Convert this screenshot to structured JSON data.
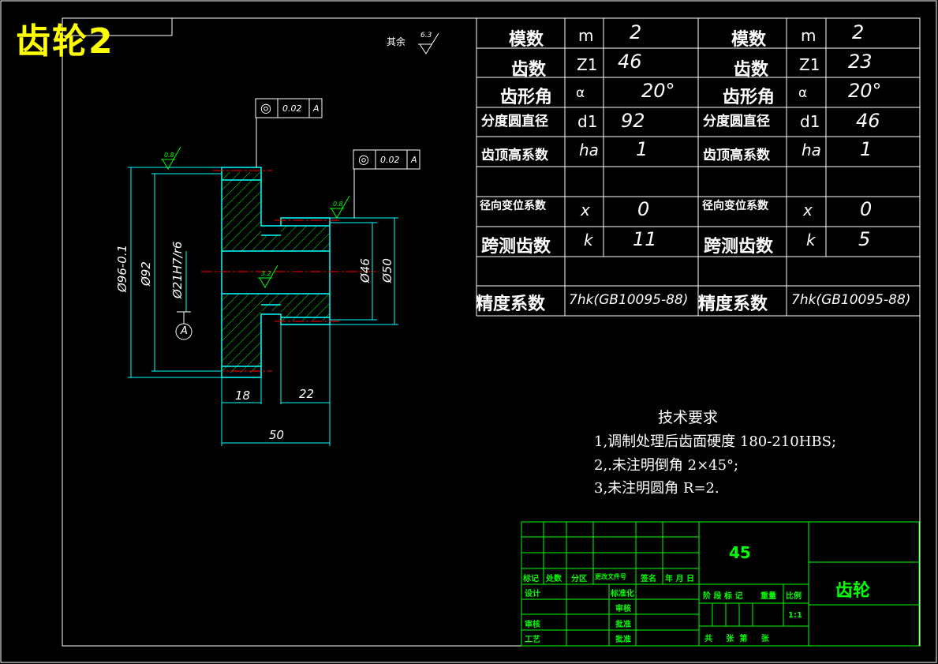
{
  "drawing_title": "齿轮2",
  "surface_note": {
    "label": "其余",
    "value": "6.3"
  },
  "roughness_marks": [
    "0.8",
    "0.8",
    "3.2"
  ],
  "tolerance_frames": [
    {
      "symbol": "◎",
      "value": "0.02",
      "datum": "A"
    },
    {
      "symbol": "◎",
      "value": "0.02",
      "datum": "A"
    }
  ],
  "datum_label": "A",
  "dimensions": {
    "outer_dia": "Ø96-0.1",
    "pitch_dia": "Ø92",
    "bore_dia": "Ø21H7/r6",
    "hub_dia_small": "Ø46",
    "hub_dia_large": "Ø50",
    "face_width": "18",
    "hub_length": "22",
    "total_length": "50"
  },
  "params_left": [
    {
      "name": "模数",
      "symbol": "m",
      "value": "2"
    },
    {
      "name": "齿数",
      "symbol": "Z1",
      "value": "46"
    },
    {
      "name": "齿形角",
      "symbol": "α",
      "value": "20°"
    },
    {
      "name": "分度圆直径",
      "symbol": "d1",
      "value": "92"
    },
    {
      "name": "齿顶高系数",
      "symbol": "ha",
      "value": "1"
    },
    {
      "name": "",
      "symbol": "",
      "value": ""
    },
    {
      "name": "径向变位系数",
      "symbol": "x",
      "value": "0"
    },
    {
      "name": "跨测齿数",
      "symbol": "k",
      "value": "11"
    },
    {
      "name": "",
      "symbol": "",
      "value": ""
    },
    {
      "name": "精度系数",
      "symbol": "",
      "value": "7hk(GB10095-88)"
    }
  ],
  "params_right": [
    {
      "name": "模数",
      "symbol": "m",
      "value": "2"
    },
    {
      "name": "齿数",
      "symbol": "Z1",
      "value": "23"
    },
    {
      "name": "齿形角",
      "symbol": "α",
      "value": "20°"
    },
    {
      "name": "分度圆直径",
      "symbol": "d1",
      "value": "46"
    },
    {
      "name": "齿顶高系数",
      "symbol": "ha",
      "value": "1"
    },
    {
      "name": "",
      "symbol": "",
      "value": ""
    },
    {
      "name": "径向变位系数",
      "symbol": "x",
      "value": "0"
    },
    {
      "name": "跨测齿数",
      "symbol": "k",
      "value": "5"
    },
    {
      "name": "",
      "symbol": "",
      "value": ""
    },
    {
      "name": "精度系数",
      "symbol": "",
      "value": "7hk(GB10095-88)"
    }
  ],
  "tech_requirements": {
    "title": "技术要求",
    "items": [
      "1,调制处理后齿面硬度 180-210HBS;",
      "2,.未注明倒角 2×45°;",
      "3,未注明圆角 R=2."
    ]
  },
  "title_block": {
    "material": "45",
    "part_name": "齿轮",
    "header_row": [
      "标记",
      "处数",
      "分区",
      "更改文件号",
      "签名",
      "年 月 日"
    ],
    "design": "设计",
    "standardization": "标准化",
    "check": "审核",
    "process": "工艺",
    "approve": "批准",
    "stage_mark": "阶 段 标 记",
    "weight": "重量",
    "scale_label": "比例",
    "scale": "1:1",
    "sheets": "共     张  第     张",
    "verify": "审核",
    "review": "批准"
  },
  "colors": {
    "frame": "#ffffff",
    "outline": "#00ffff",
    "hatch": "#00ff00",
    "center": "#ff0000",
    "title": "#ffff00",
    "block": "#00ff00"
  }
}
